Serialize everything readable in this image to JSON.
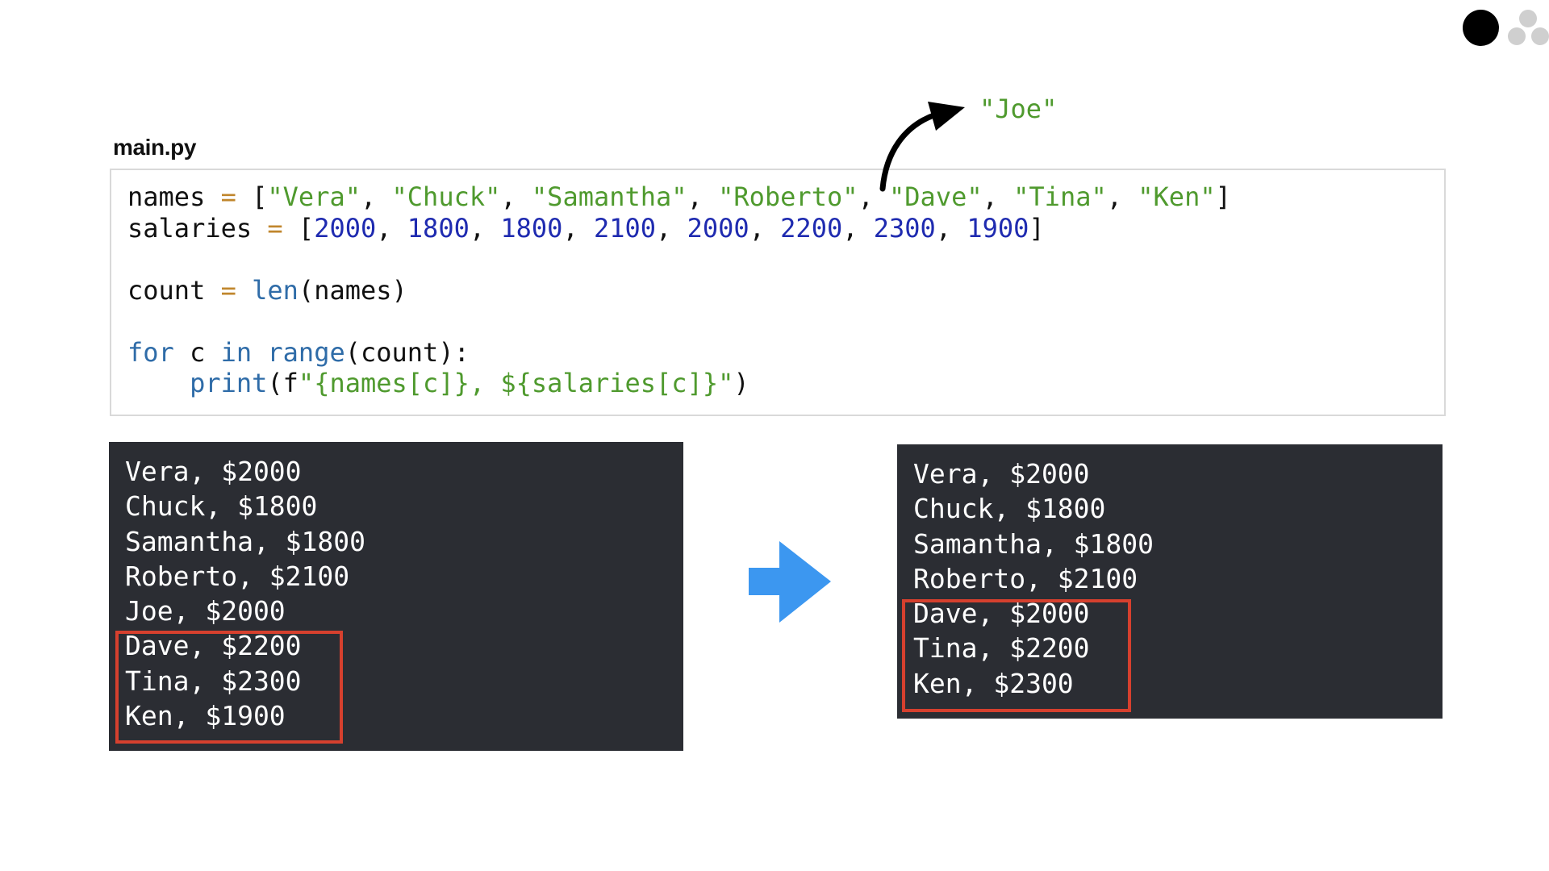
{
  "file_label": "main.py",
  "code_lines": [
    [
      {
        "t": "names ",
        "c": "pl"
      },
      {
        "t": "=",
        "c": "op"
      },
      {
        "t": " [",
        "c": "pl"
      },
      {
        "t": "\"Vera\"",
        "c": "str"
      },
      {
        "t": ", ",
        "c": "pl"
      },
      {
        "t": "\"Chuck\"",
        "c": "str"
      },
      {
        "t": ", ",
        "c": "pl"
      },
      {
        "t": "\"Samantha\"",
        "c": "str"
      },
      {
        "t": ", ",
        "c": "pl"
      },
      {
        "t": "\"Roberto\"",
        "c": "str"
      },
      {
        "t": ", ",
        "c": "pl"
      },
      {
        "t": "\"Dave\"",
        "c": "str"
      },
      {
        "t": ", ",
        "c": "pl"
      },
      {
        "t": "\"Tina\"",
        "c": "str"
      },
      {
        "t": ", ",
        "c": "pl"
      },
      {
        "t": "\"Ken\"",
        "c": "str"
      },
      {
        "t": "]",
        "c": "pl"
      }
    ],
    [
      {
        "t": "salaries ",
        "c": "pl"
      },
      {
        "t": "=",
        "c": "op"
      },
      {
        "t": " [",
        "c": "pl"
      },
      {
        "t": "2000",
        "c": "num"
      },
      {
        "t": ", ",
        "c": "pl"
      },
      {
        "t": "1800",
        "c": "num"
      },
      {
        "t": ", ",
        "c": "pl"
      },
      {
        "t": "1800",
        "c": "num"
      },
      {
        "t": ", ",
        "c": "pl"
      },
      {
        "t": "2100",
        "c": "num"
      },
      {
        "t": ", ",
        "c": "pl"
      },
      {
        "t": "2000",
        "c": "num"
      },
      {
        "t": ", ",
        "c": "pl"
      },
      {
        "t": "2200",
        "c": "num"
      },
      {
        "t": ", ",
        "c": "pl"
      },
      {
        "t": "2300",
        "c": "num"
      },
      {
        "t": ", ",
        "c": "pl"
      },
      {
        "t": "1900",
        "c": "num"
      },
      {
        "t": "]",
        "c": "pl"
      }
    ],
    [],
    [
      {
        "t": "count ",
        "c": "pl"
      },
      {
        "t": "=",
        "c": "op"
      },
      {
        "t": " ",
        "c": "pl"
      },
      {
        "t": "len",
        "c": "fn"
      },
      {
        "t": "(names)",
        "c": "pl"
      }
    ],
    [],
    [
      {
        "t": "for",
        "c": "kw"
      },
      {
        "t": " c ",
        "c": "pl"
      },
      {
        "t": "in",
        "c": "kw"
      },
      {
        "t": " ",
        "c": "pl"
      },
      {
        "t": "range",
        "c": "fn"
      },
      {
        "t": "(count):",
        "c": "pl"
      }
    ],
    [
      {
        "t": "    ",
        "c": "pl"
      },
      {
        "t": "print",
        "c": "fn"
      },
      {
        "t": "(f",
        "c": "pl"
      },
      {
        "t": "\"{names[c]}, ${salaries[c]}\"",
        "c": "str"
      },
      {
        "t": ")",
        "c": "pl"
      }
    ]
  ],
  "annotation_label": "\"Joe\"",
  "output_before": [
    "Vera, $2000",
    "Chuck, $1800",
    "Samantha, $1800",
    "Roberto, $2100",
    "Joe, $2000",
    "Dave, $2200",
    "Tina, $2300",
    "Ken, $1900"
  ],
  "output_after": [
    "Vera, $2000",
    "Chuck, $1800",
    "Samantha, $1800",
    "Roberto, $2100",
    "Dave, $2000",
    "Tina, $2200",
    "Ken, $2300"
  ],
  "colors": {
    "string": "#4f9a2e",
    "number": "#1f2bb0",
    "operator": "#c0862c",
    "keyword": "#2f6ca8",
    "terminal_bg": "#2b2d33",
    "highlight": "#d6402e",
    "arrow_blue": "#3c97f0"
  },
  "icons": {
    "logo": "three-dot-logo-icon",
    "transition": "right-arrow-icon",
    "annotation": "curved-arrow-icon"
  }
}
